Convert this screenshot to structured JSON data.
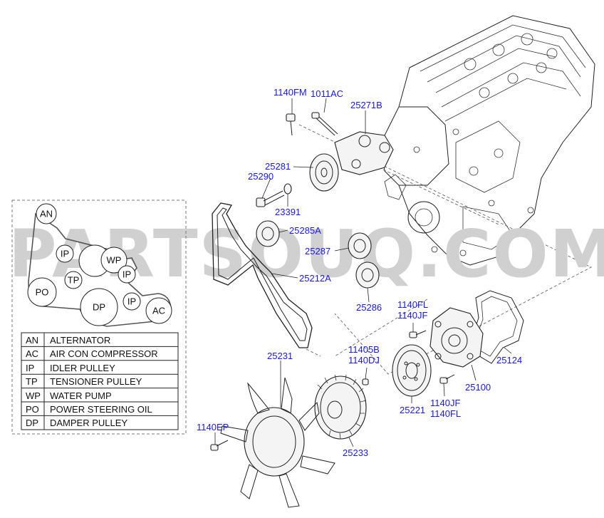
{
  "watermark": "PARTSOUQ.COM",
  "part_labels": [
    {
      "id": "1140FM",
      "text": "1140FM"
    },
    {
      "id": "1011AC",
      "text": "1011AC"
    },
    {
      "id": "25271B",
      "text": "25271B"
    },
    {
      "id": "25281",
      "text": "25281"
    },
    {
      "id": "25290",
      "text": "25290"
    },
    {
      "id": "23391",
      "text": "23391"
    },
    {
      "id": "25285A",
      "text": "25285A"
    },
    {
      "id": "25287",
      "text": "25287"
    },
    {
      "id": "25212A",
      "text": "25212A"
    },
    {
      "id": "25286",
      "text": "25286"
    },
    {
      "id": "1140FL_a",
      "text": "1140FL"
    },
    {
      "id": "1140JF_a",
      "text": "1140JF"
    },
    {
      "id": "25124",
      "text": "25124"
    },
    {
      "id": "11405B",
      "text": "11405B"
    },
    {
      "id": "1140DJ",
      "text": "1140DJ"
    },
    {
      "id": "25100",
      "text": "25100"
    },
    {
      "id": "25231",
      "text": "25231"
    },
    {
      "id": "1140JF_b",
      "text": "1140JF"
    },
    {
      "id": "1140FL_b",
      "text": "1140FL"
    },
    {
      "id": "25221",
      "text": "25221"
    },
    {
      "id": "1140EP",
      "text": "1140EP"
    },
    {
      "id": "25233",
      "text": "25233"
    }
  ],
  "belt_nodes": {
    "an": "AN",
    "ip1": "IP",
    "wp": "WP",
    "ip2": "IP",
    "tp": "TP",
    "po": "PO",
    "dp": "DP",
    "ip3": "IP",
    "ac": "AC"
  },
  "legend": [
    {
      "code": "AN",
      "desc": "ALTERNATOR"
    },
    {
      "code": "AC",
      "desc": "AIR CON COMPRESSOR"
    },
    {
      "code": "IP",
      "desc": "IDLER PULLEY"
    },
    {
      "code": "TP",
      "desc": "TENSIONER PULLEY"
    },
    {
      "code": "WP",
      "desc": "WATER PUMP"
    },
    {
      "code": "PO",
      "desc": "POWER STEERING OIL"
    },
    {
      "code": "DP",
      "desc": "DAMPER PULLEY"
    }
  ]
}
